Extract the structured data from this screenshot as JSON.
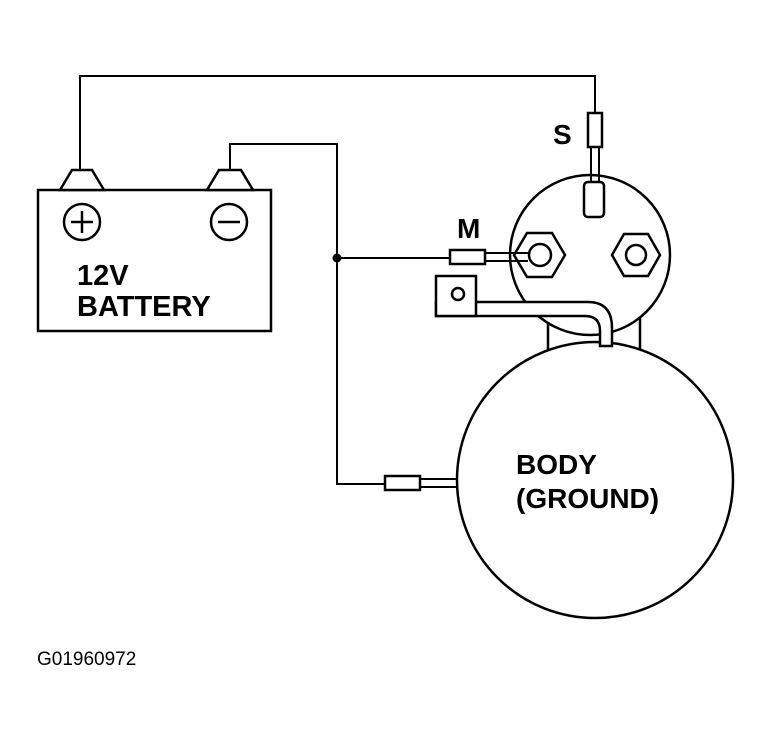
{
  "labels": {
    "terminal_s": "S",
    "terminal_m": "M",
    "battery_voltage": "12V",
    "battery_name": "BATTERY",
    "body_line1": "BODY",
    "body_line2": "(GROUND)",
    "figure_code": "G01960972"
  },
  "icons": {
    "battery_positive": "plus-icon",
    "battery_negative": "minus-icon",
    "terminal_nut": "hex-nut-icon"
  }
}
